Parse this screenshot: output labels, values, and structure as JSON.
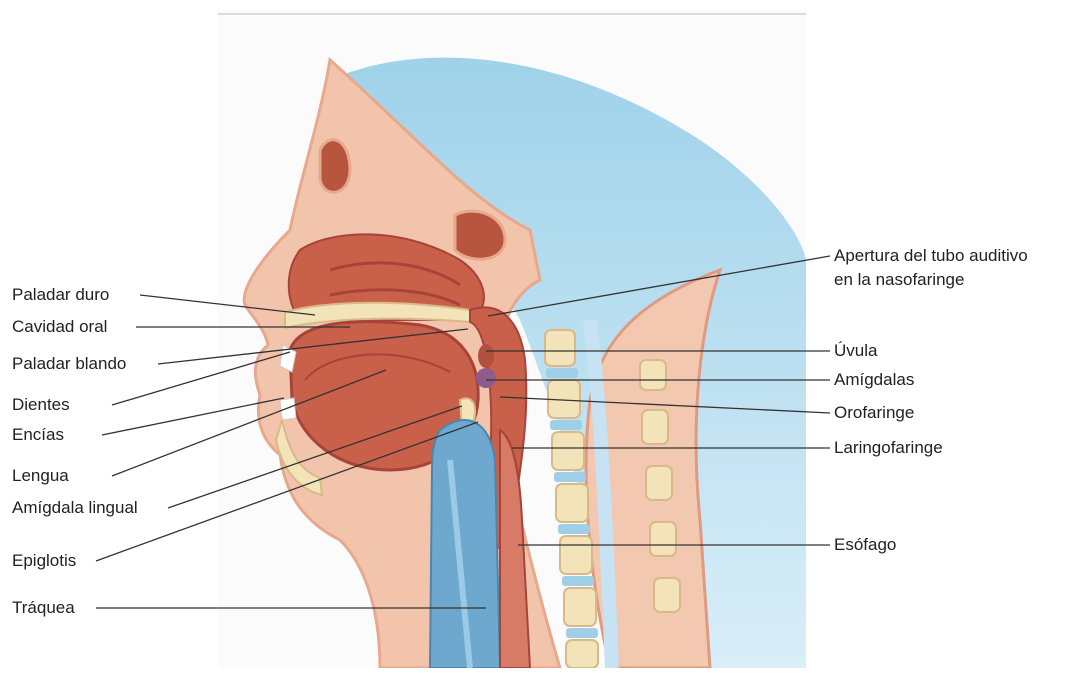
{
  "labels_left": [
    {
      "id": "paladar-duro",
      "text": "Paladar duro"
    },
    {
      "id": "cavidad-oral",
      "text": "Cavidad oral"
    },
    {
      "id": "paladar-blando",
      "text": "Paladar blando"
    },
    {
      "id": "dientes",
      "text": "Dientes"
    },
    {
      "id": "encias",
      "text": "Encías"
    },
    {
      "id": "lengua",
      "text": "Lengua"
    },
    {
      "id": "amigdala-lingual",
      "text": "Amígdala lingual"
    },
    {
      "id": "epiglotis",
      "text": "Epiglotis"
    },
    {
      "id": "traquea",
      "text": "Tráquea"
    }
  ],
  "labels_right": [
    {
      "id": "apertura-line-1",
      "text": "Apertura del tubo auditivo"
    },
    {
      "id": "apertura-line-2",
      "text": "en la nasofaringe"
    },
    {
      "id": "uvula",
      "text": "Úvula"
    },
    {
      "id": "amigdalas",
      "text": "Amígdalas"
    },
    {
      "id": "orofaringe",
      "text": "Orofaringe"
    },
    {
      "id": "laringofaringe",
      "text": "Laringofaringe"
    },
    {
      "id": "esofago",
      "text": "Esófago"
    }
  ],
  "colors": {
    "muscle": "#c8604a",
    "muscle_dark": "#a8433a",
    "skin": "#f2c4ab",
    "bone": "#f3e3b8",
    "airway_blue": "#9fcfe6",
    "trachea_blue": "#6fa8cf",
    "leader": "#333333"
  }
}
